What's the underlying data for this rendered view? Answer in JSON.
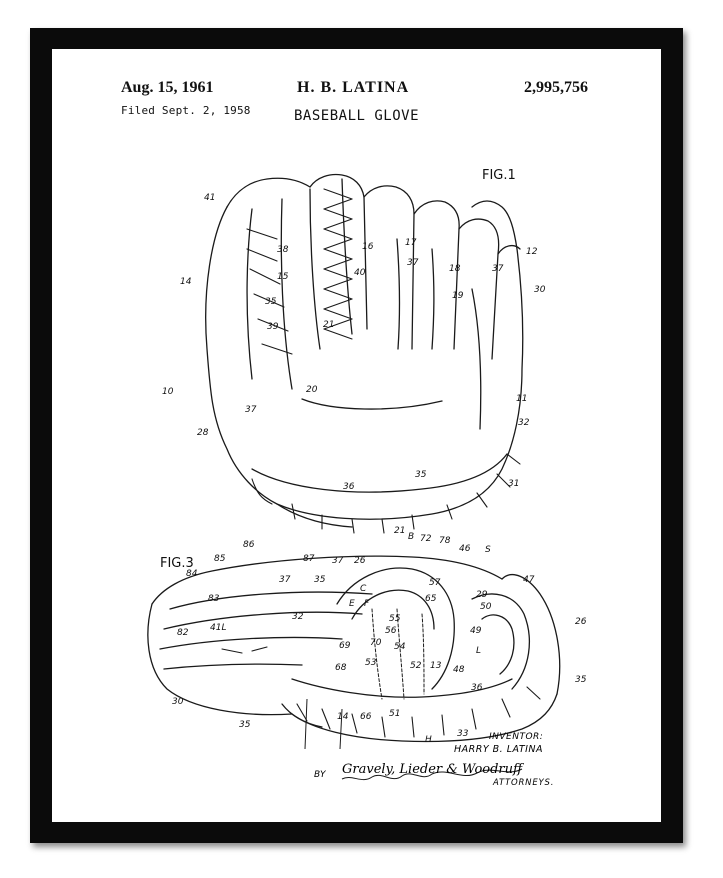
{
  "patent": {
    "date": "Aug. 15, 1961",
    "filed": "Filed Sept. 2, 1958",
    "inventor_header": "H. B. LATINA",
    "title": "BASEBALL GLOVE",
    "number": "2,995,756"
  },
  "figures": {
    "fig1_label": "FIG.1",
    "fig3_label": "FIG.3"
  },
  "fig1_refs": [
    "41",
    "38",
    "16",
    "17",
    "18",
    "37",
    "12",
    "30",
    "14",
    "15",
    "40",
    "37",
    "19",
    "35",
    "21",
    "39",
    "10",
    "20",
    "11",
    "37",
    "28",
    "32",
    "35",
    "36",
    "31"
  ],
  "fig3_refs": [
    "86",
    "21",
    "B",
    "72",
    "78",
    "46",
    "S",
    "85",
    "87",
    "37",
    "26",
    "84",
    "37",
    "35",
    "83",
    "47",
    "41L",
    "82",
    "32",
    "30",
    "35",
    "14",
    "66",
    "51",
    "H",
    "33",
    "69",
    "68",
    "53",
    "52",
    "13",
    "48",
    "36",
    "L",
    "57",
    "55",
    "56",
    "70",
    "54",
    "C",
    "E",
    "F",
    "29",
    "50",
    "49",
    "65",
    "26",
    "35"
  ],
  "signature": {
    "inventor_label": "INVENTOR:",
    "inventor_name": "HARRY B. LATINA",
    "by": "BY",
    "attorneys_name": "Gravely, Lieder & Woodruff",
    "attorneys_label": "ATTORNEYS."
  },
  "colors": {
    "frame": "#0b0b0b",
    "paper": "#ffffff",
    "ink": "#111111"
  }
}
